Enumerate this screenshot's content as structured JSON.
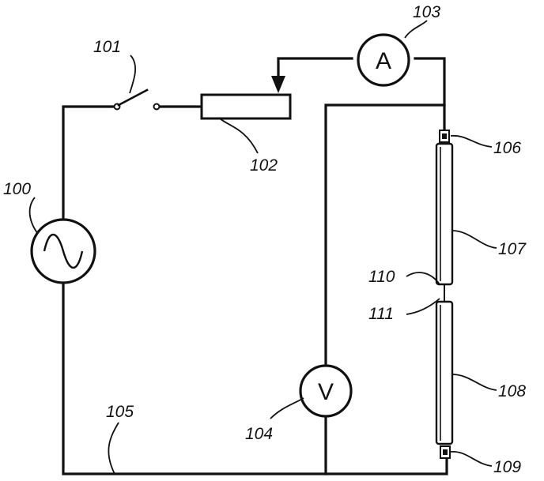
{
  "components": {
    "source": {
      "ref": "100"
    },
    "switch": {
      "ref": "101"
    },
    "rheostat": {
      "ref": "102"
    },
    "ammeter": {
      "ref": "103",
      "symbol": "A"
    },
    "voltmeter": {
      "ref": "104",
      "symbol": "V"
    },
    "ground_wire": {
      "ref": "105"
    },
    "top_terminal": {
      "ref": "106"
    },
    "upper_rod": {
      "ref": "107"
    },
    "lower_rod": {
      "ref": "108"
    },
    "bottom_terminal": {
      "ref": "109"
    },
    "upper_rod_end": {
      "ref": "110"
    },
    "lower_rod_end": {
      "ref": "111"
    }
  }
}
